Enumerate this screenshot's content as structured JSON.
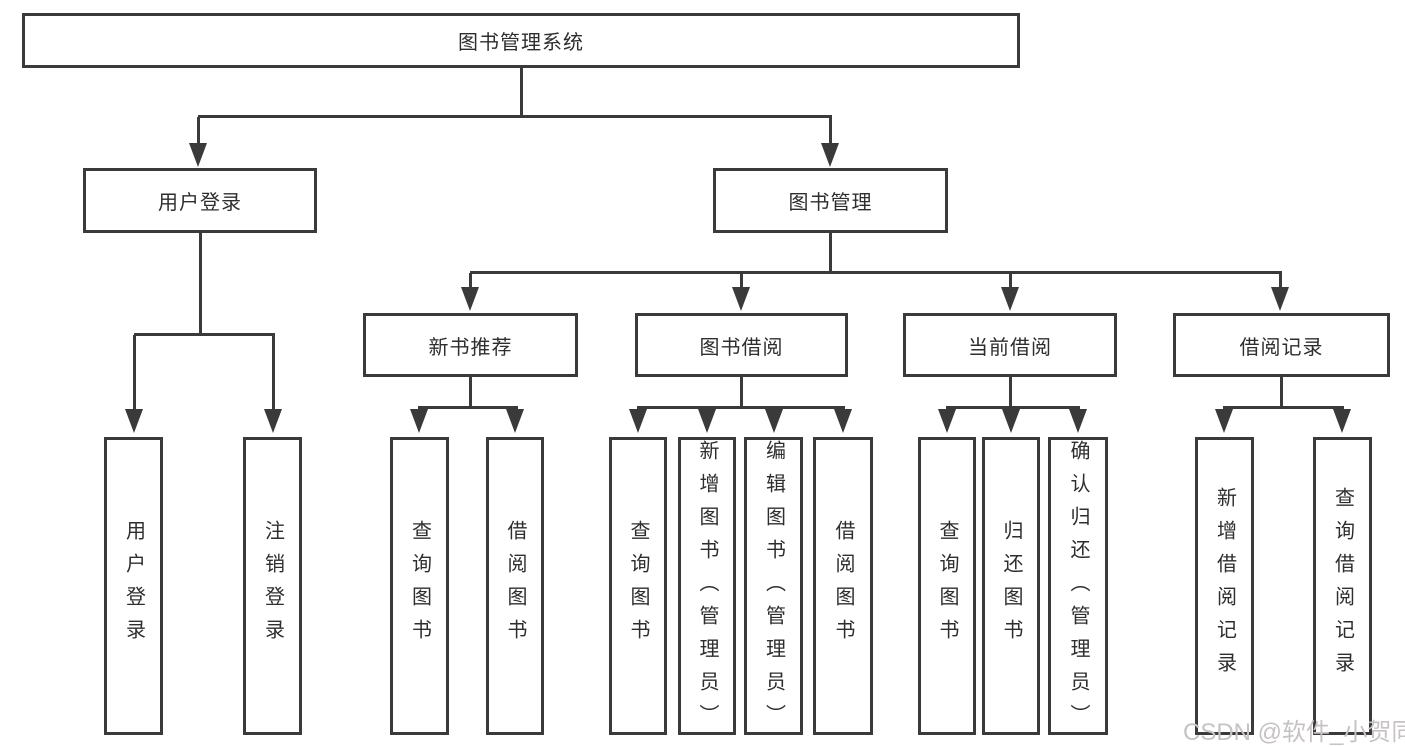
{
  "nodes": {
    "root": "图书管理系统",
    "l1": [
      "用户登录",
      "图书管理"
    ],
    "l2": [
      "新书推荐",
      "图书借阅",
      "当前借阅",
      "借阅记录"
    ],
    "leaves": [
      "用户登录",
      "注销登录",
      "查询图书",
      "借阅图书",
      "查询图书",
      "新增图书（管理员）",
      "编辑图书（管理员）",
      "借阅图书",
      "查询图书",
      "归还图书",
      "确认归还（管理员）",
      "新增借阅记录",
      "查询借阅记录"
    ]
  },
  "watermark": {
    "text": "CSDN @软件_小贺同学"
  },
  "colors": {
    "line": "#3a3a3a",
    "text": "#2e2e2e",
    "background": "#ffffff",
    "watermark": "#c6c2c6"
  }
}
